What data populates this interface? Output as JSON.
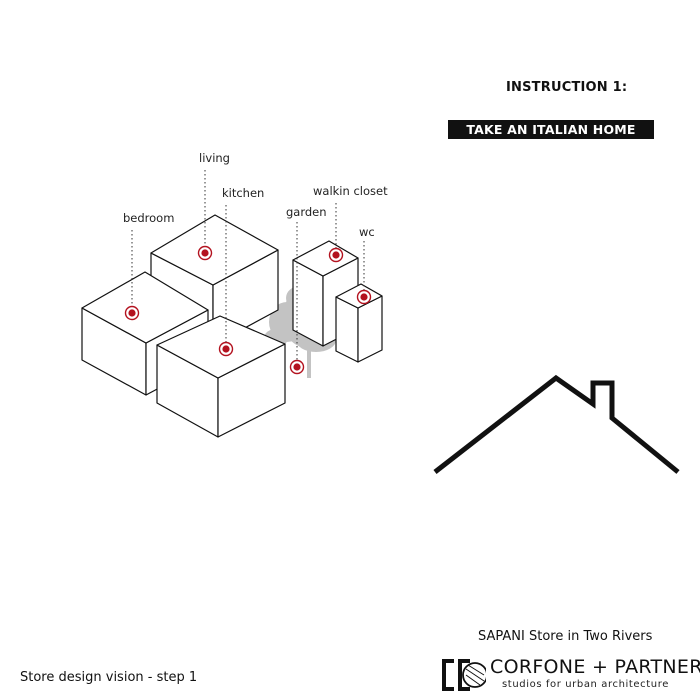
{
  "instruction": {
    "heading": "INSTRUCTION 1:",
    "action": "TAKE AN ITALIAN HOME"
  },
  "rooms": {
    "living": "living",
    "kitchen": "kitchen",
    "bedroom": "bedroom",
    "walkin_closet": "walkin closet",
    "garden": "garden",
    "wc": "wc"
  },
  "footer": {
    "store_name": "SAPANI Store in Two Rivers",
    "caption": "Store design vision - step 1",
    "company_name": "CORFONE + PARTNERS",
    "company_tagline": "studios for urban architecture"
  },
  "colors": {
    "marker": "#b3121f",
    "ink": "#111111",
    "tree": "#b9b9b9"
  },
  "icons": [
    "map-pin-icon",
    "tree-icon",
    "house-roof-icon",
    "company-logo-icon"
  ]
}
